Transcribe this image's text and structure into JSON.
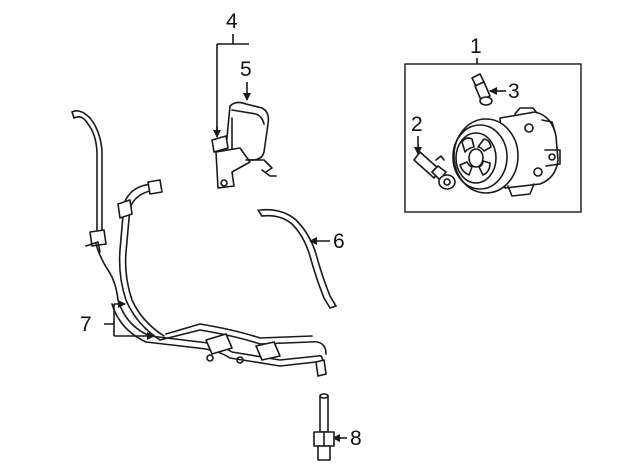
{
  "callouts": [
    "1",
    "2",
    "3",
    "4",
    "5",
    "6",
    "7",
    "8"
  ],
  "colors": {
    "line": "#1a1a1a",
    "background": "#ffffff"
  }
}
